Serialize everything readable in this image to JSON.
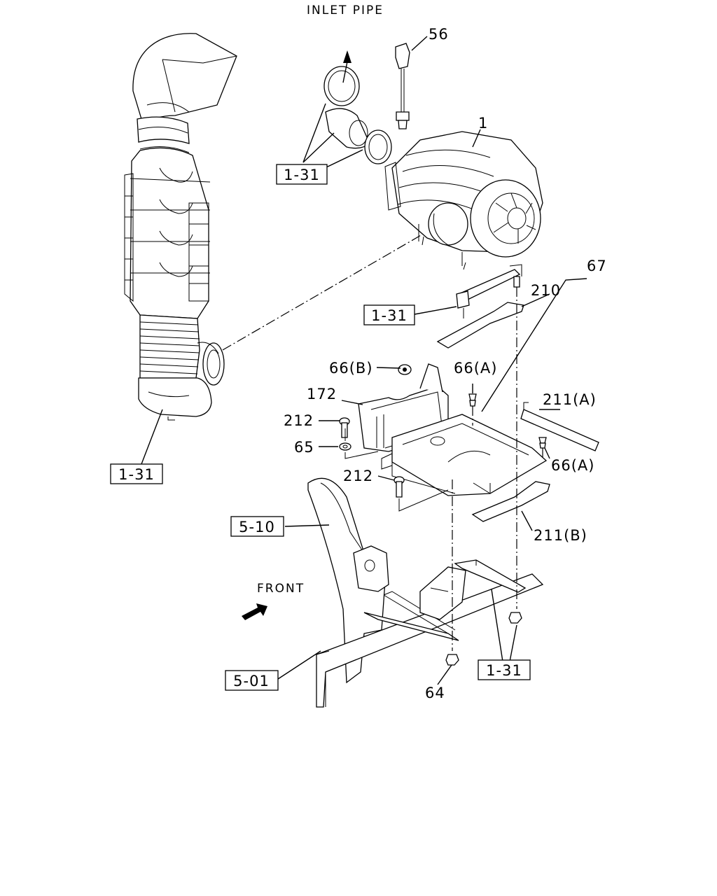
{
  "callouts": {
    "inlet_pipe": "INLET PIPE",
    "front": "FRONT",
    "p56": "56",
    "p1": "1",
    "p67": "67",
    "p210": "210",
    "p66b": "66(B)",
    "p66a_top": "66(A)",
    "p172": "172",
    "p211a": "211(A)",
    "p212_top": "212",
    "p65": "65",
    "p66a_right": "66(A)",
    "p212_bottom": "212",
    "p211b": "211(B)",
    "p64": "64"
  },
  "references": {
    "ref_1_31_top": "1-31",
    "ref_1_31_mid": "1-31",
    "ref_1_31_left": "1-31",
    "ref_5_10": "5-10",
    "ref_5_01": "5-01",
    "ref_1_31_bottom": "1-31"
  }
}
